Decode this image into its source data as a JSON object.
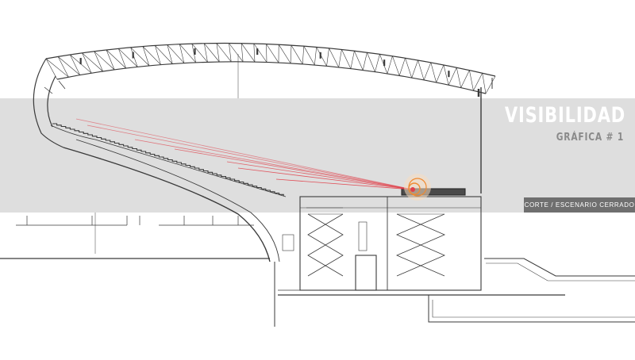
{
  "heading": {
    "title": "VISIBILIDAD",
    "subtitle": "GRÁFICA # 1"
  },
  "section_tag": "CORTE / ESCENARIO CERRADO",
  "colors": {
    "band": "#dedede",
    "tag_background": "#6f6f6f",
    "drawing_line": "#3a3a3a",
    "sight_lines": "#e0404a",
    "focus_point": "#f08a30"
  },
  "sight_lines_count": 7
}
